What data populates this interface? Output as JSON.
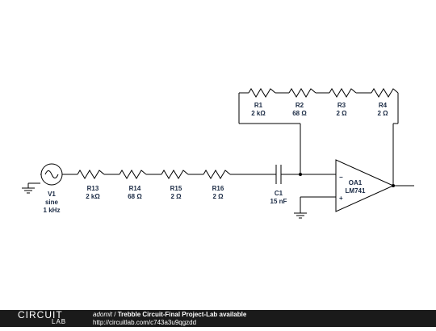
{
  "components": {
    "v1": {
      "name": "V1",
      "type": "sine",
      "value": "1 kHz"
    },
    "r13": {
      "name": "R13",
      "value": "2 kΩ"
    },
    "r14": {
      "name": "R14",
      "value": "68 Ω"
    },
    "r15": {
      "name": "R15",
      "value": "2 Ω"
    },
    "r16": {
      "name": "R16",
      "value": "2 Ω"
    },
    "c1": {
      "name": "C1",
      "value": "15 nF"
    },
    "oa1": {
      "name": "OA1",
      "model": "LM741",
      "minus": "−",
      "plus": "+"
    },
    "r1": {
      "name": "R1",
      "value": "2 kΩ"
    },
    "r2": {
      "name": "R2",
      "value": "68 Ω"
    },
    "r3": {
      "name": "R3",
      "value": "2 Ω"
    },
    "r4": {
      "name": "R4",
      "value": "2 Ω"
    }
  },
  "footer": {
    "logo_top": "CIRCUIT",
    "logo_bottom": "LAB",
    "author": "adomit",
    "separator": "/",
    "title": "Trebble Circuit-Final Project-Lab available",
    "url": "http://circuitlab.com/c743a3u9qgzdd"
  },
  "colors": {
    "wire": "#000000",
    "text": "#1a2a44",
    "footer_bg": "#1a1a1a"
  }
}
